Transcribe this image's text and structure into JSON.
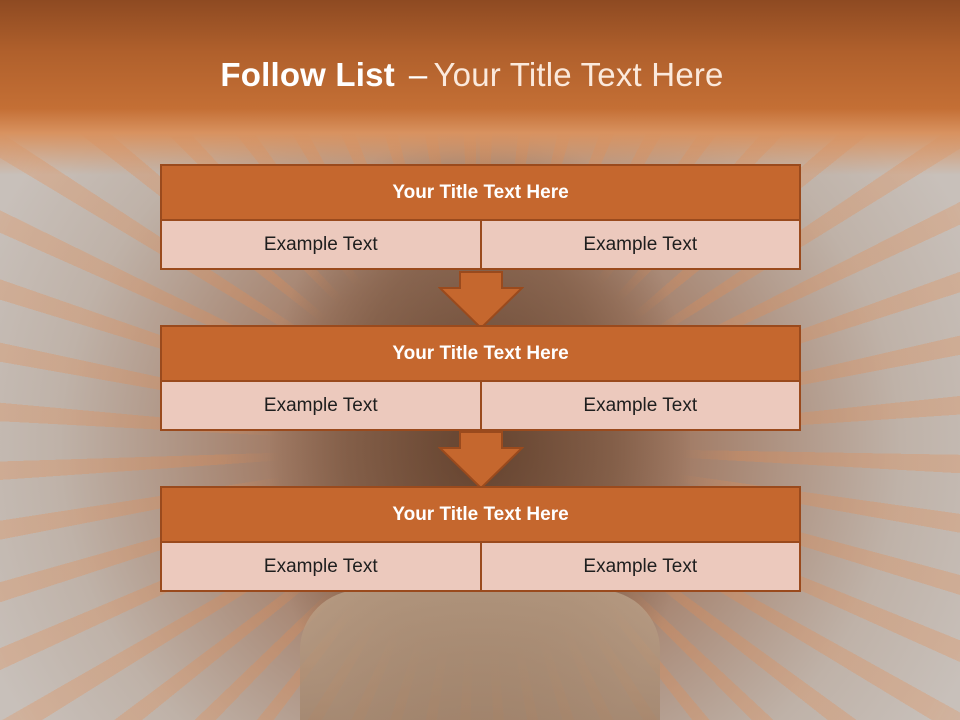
{
  "slide": {
    "title_bold": "Follow List",
    "title_dash": "–",
    "title_rest": "Your Title Text Here"
  },
  "blocks": [
    {
      "title": "Your Title Text Here",
      "left_text": "Example Text",
      "right_text": "Example Text"
    },
    {
      "title": "Your Title Text Here",
      "left_text": "Example Text",
      "right_text": "Example Text"
    },
    {
      "title": "Your Title Text Here",
      "left_text": "Example Text",
      "right_text": "Example Text"
    }
  ],
  "colors": {
    "accent": "#c5672e",
    "accent_border": "#9a4a1d",
    "cell_fill": "#ecc9bd"
  },
  "icons": [
    "down-arrow-icon",
    "down-arrow-icon"
  ]
}
